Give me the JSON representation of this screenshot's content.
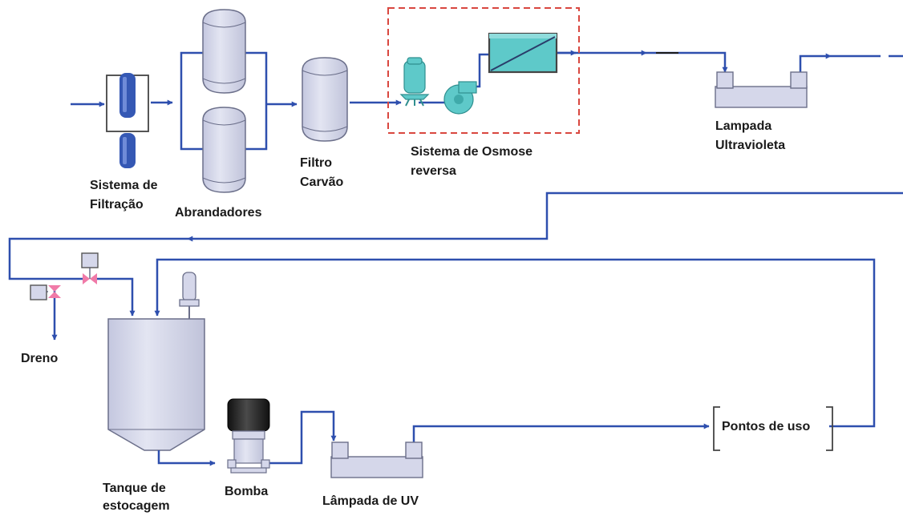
{
  "colors": {
    "pipe": "#2e4fae",
    "vessel_fill": "#d5d7ea",
    "vessel_stroke": "#6b6f8a",
    "ro_pump_fill": "#5ec9c9",
    "ro_membrane_fill": "#5ec9c9",
    "ro_box_border": "#d9473f",
    "valve": "#f07aa8",
    "pump_motor": "#1a1a1a",
    "filter_cartridge": "#3558b4"
  },
  "labels": {
    "filtration_line1": "Sistema de",
    "filtration_line2": "Filtração",
    "softeners": "Abrandadores",
    "carbon_line1": "Filtro",
    "carbon_line2": "Carvão",
    "ro_line1": "Sistema de Osmose",
    "ro_line2": "reversa",
    "uv1_line1": "Lampada",
    "uv1_line2": "Ultravioleta",
    "drain": "Dreno",
    "tank_line1": "Tanque de",
    "tank_line2": "estocagem",
    "pump": "Bomba",
    "uv2": "Lâmpada de UV",
    "points_of_use": "Pontos de uso"
  }
}
